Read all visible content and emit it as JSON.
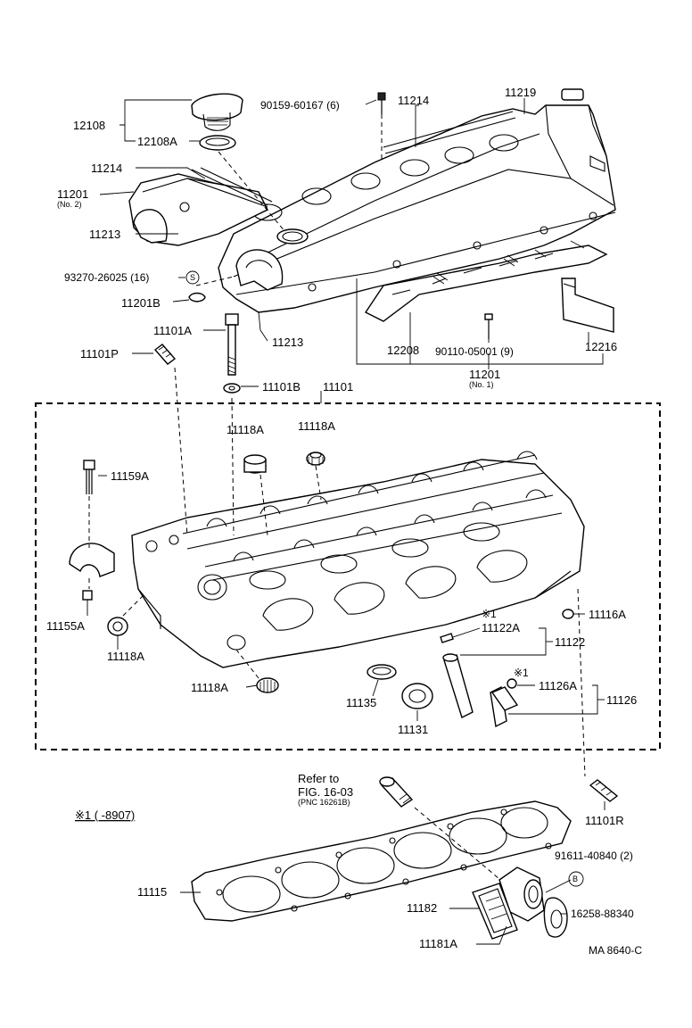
{
  "labels": {
    "p12108": "12108",
    "p12108A": "12108A",
    "p90159": "90159-60167 (6)",
    "p11214_top": "11214",
    "p11219": "11219",
    "p11214_left": "11214",
    "p11201_no2": "11201",
    "p11201_no2_sub": "(No. 2)",
    "p11213_left": "11213",
    "p93270": "93270-26025 (16)",
    "p93270_sym": "S",
    "p11201B": "11201B",
    "p11101A": "11101A",
    "p11213_mid": "11213",
    "p11101P": "11101P",
    "p12208": "12208",
    "p90110": "90110-05001 (9)",
    "p12216": "12216",
    "p11201_no1": "11201",
    "p11201_no1_sub": "(No. 1)",
    "p11101B": "11101B",
    "p11101": "11101",
    "p11118A_a": "11118A",
    "p11118A_b": "11118A",
    "p11159A": "11159A",
    "p11155A": "11155A",
    "p11118A_c": "11118A",
    "p11116A": "11116A",
    "p11122A_note": "※1",
    "p11122A": "11122A",
    "p11122": "11122",
    "p11118A_d": "11118A",
    "p11135": "11135",
    "p11131": "11131",
    "p11126A_note": "※1",
    "p11126A": "11126A",
    "p11126": "11126",
    "refer_line1": "Refer to",
    "refer_line2": "FIG. 16-03",
    "refer_line3": "(PNC 16261B)",
    "note_key": "※1 (      -8907)",
    "p11101R": "11101R",
    "p91611": "91611-40840 (2)",
    "p91611_sym": "B",
    "p11115": "11115",
    "p11182": "11182",
    "p16258": "16258-88340",
    "p11181A": "11181A",
    "drawing_code": "MA 8640-C"
  }
}
